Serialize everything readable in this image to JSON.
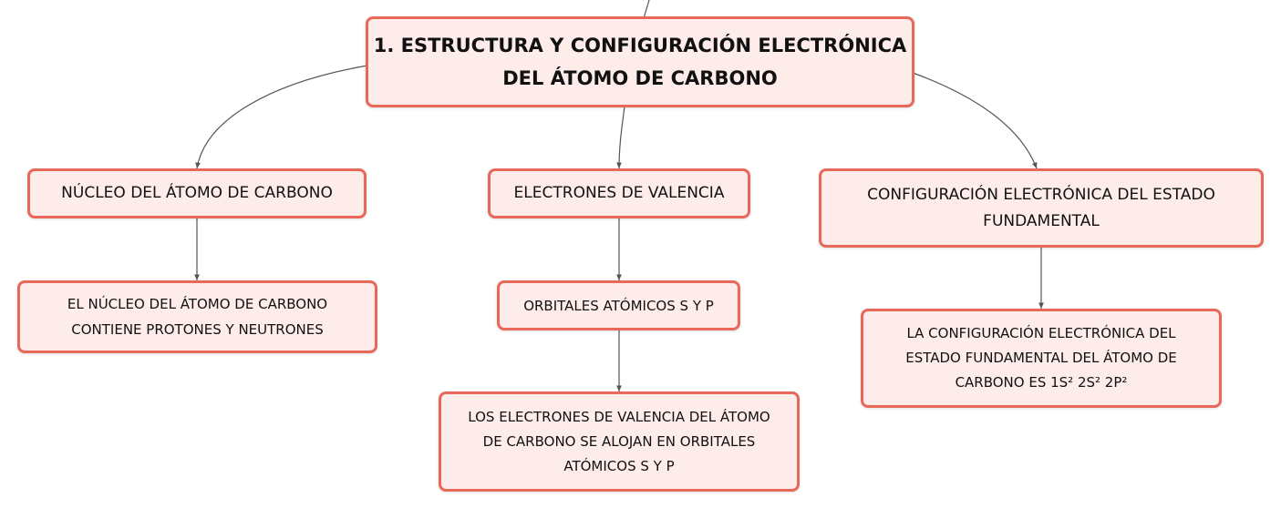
{
  "diagram": {
    "root": {
      "title_line1": "1. ESTRUCTURA Y CONFIGURACIÓN ELECTRÓNICA",
      "title_line2": "DEL ÁTOMO DE CARBONO"
    },
    "branches": [
      {
        "label": "NÚCLEO DEL ÁTOMO DE CARBONO",
        "child": {
          "line1": "EL NÚCLEO DEL ÁTOMO DE CARBONO",
          "line2": "CONTIENE PROTONES Y NEUTRONES"
        }
      },
      {
        "label": "ELECTRONES DE VALENCIA",
        "child": {
          "label": "ORBITALES ATÓMICOS S Y P",
          "child": {
            "line1": "LOS ELECTRONES DE VALENCIA DEL ÁTOMO",
            "line2": "DE CARBONO SE ALOJAN EN ORBITALES",
            "line3": "ATÓMICOS S Y P"
          }
        }
      },
      {
        "label_line1": "CONFIGURACIÓN ELECTRÓNICA DEL ESTADO",
        "label_line2": "FUNDAMENTAL",
        "child": {
          "line1": "LA CONFIGURACIÓN ELECTRÓNICA DEL",
          "line2": "ESTADO FUNDAMENTAL DEL ÁTOMO DE",
          "line3": "CARBONO ES 1S² 2S² 2P²"
        }
      }
    ],
    "colors": {
      "node_fill": "#fdecea",
      "node_border": "#e8685a",
      "connector": "#555555"
    }
  }
}
